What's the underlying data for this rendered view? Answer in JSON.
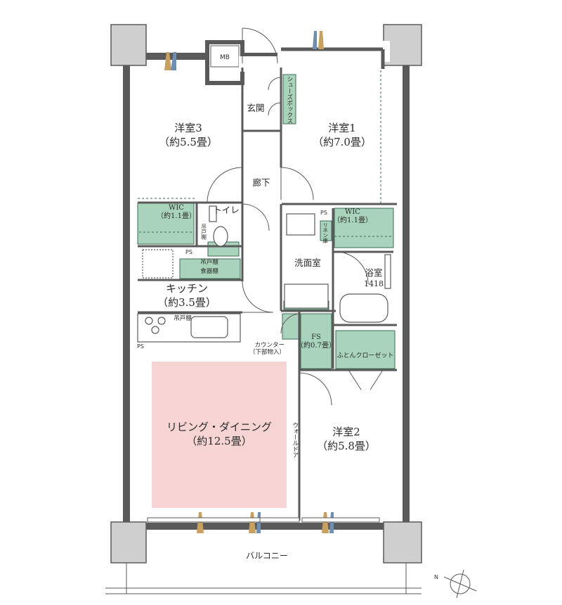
{
  "rooms": {
    "western3": {
      "name": "洋室3",
      "size": "（約5.5畳）"
    },
    "western1": {
      "name": "洋室1",
      "size": "（約7.0畳）"
    },
    "western2": {
      "name": "洋室2",
      "size": "（約5.8畳）"
    },
    "entrance": "玄関",
    "hallway": "廊下",
    "toilet": "トイレ",
    "washroom": "洗面室",
    "bathroom": {
      "name": "浴室",
      "size": "1418"
    },
    "kitchen": {
      "name": "キッチン",
      "size": "（約3.5畳）"
    },
    "living": {
      "name": "リビング・ダイニング",
      "size": "（約12.5畳）"
    },
    "wic_left": {
      "name": "WIC",
      "size": "（約1.1畳）"
    },
    "wic_right": {
      "name": "WIC",
      "size": "（約1.1畳）"
    },
    "fs": {
      "name": "FS",
      "size": "（約0.7畳）"
    },
    "futon_closet": "ふとんクローゼット",
    "balcony": "バルコニー"
  },
  "labels": {
    "mb": "MB",
    "shoes_box": "シューズボックス",
    "linen": "リネン庫",
    "hanging_shelf_toilet": "吊戸棚",
    "hanging_shelf_kitchen": "吊戸棚",
    "hanging_shelf_2": "吊戸棚",
    "cupboard": "食器棚",
    "counter": "カウンター",
    "counter_note": "（下部物入）",
    "wall_door": "ウォールドア",
    "ps": "PS"
  },
  "colors": {
    "storage": "#a9d3bb",
    "living": "#f6d4d4",
    "wall": "#5a5a5a",
    "pillar": "#cfcfcf"
  },
  "icons": [
    "compass-icon",
    "window-marker-icon",
    "stove-icon",
    "sink-icon",
    "bathtub-icon",
    "toilet-icon"
  ]
}
